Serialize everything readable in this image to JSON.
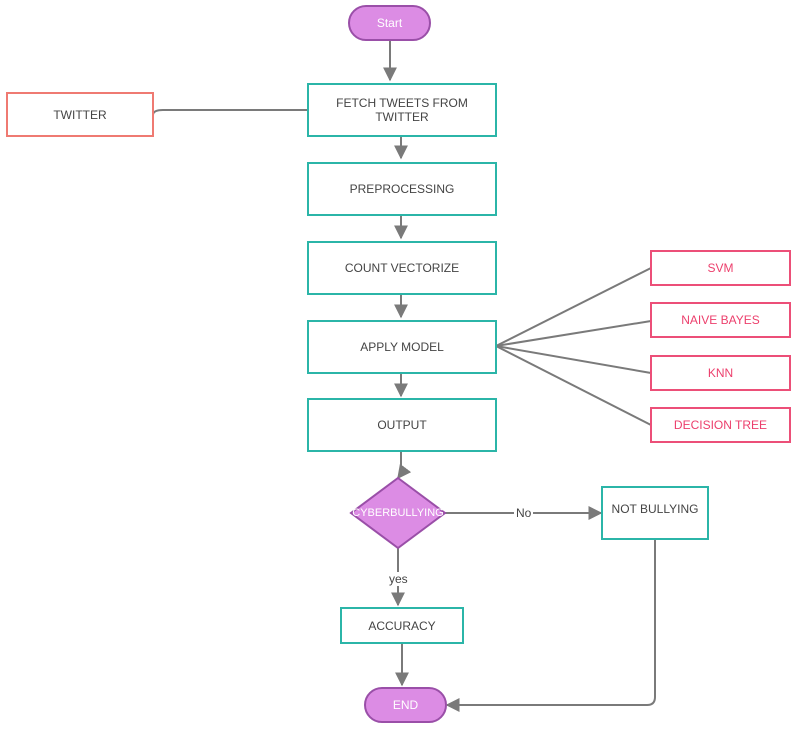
{
  "nodes": {
    "start": "Start",
    "twitter": "TWITTER",
    "fetch": "FETCH TWEETS FROM TWITTER",
    "preprocessing": "PREPROCESSING",
    "vectorize": "COUNT VECTORIZE",
    "apply_model": "APPLY MODEL",
    "output": "OUTPUT",
    "decision": "CYBERBULLYING",
    "not_bullying": "NOT BULLYING",
    "accuracy": "ACCURACY",
    "end": "END"
  },
  "models": [
    "SVM",
    "NAIVE BAYES",
    "KNN",
    "DECISION TREE"
  ],
  "edge_labels": {
    "no": "No",
    "yes": "yes"
  },
  "colors": {
    "process_border": "#2bb5a8",
    "source_border": "#ef7a72",
    "model_border": "#ec4f78",
    "terminal_fill": "#dc8ce4",
    "connector": "#7a7a7a"
  }
}
